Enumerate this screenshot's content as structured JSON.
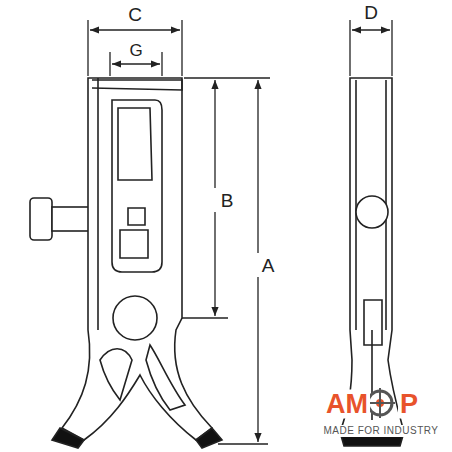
{
  "diagram": {
    "labels": [
      "C",
      "G",
      "D",
      "B",
      "A",
      "AM",
      "P",
      "MADE FOR INDUSTRY"
    ]
  }
}
